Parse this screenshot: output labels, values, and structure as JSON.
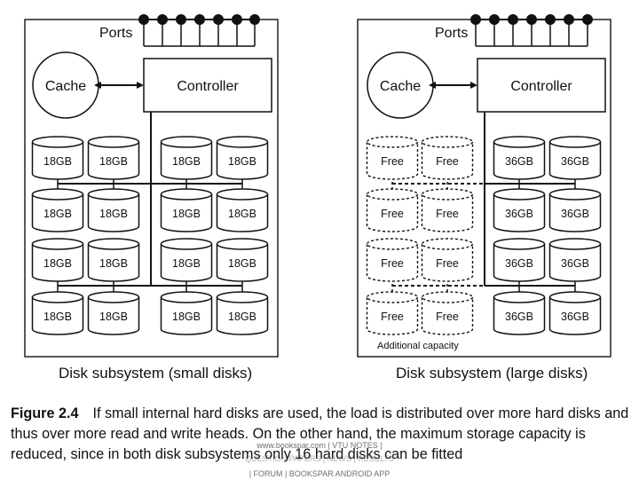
{
  "left": {
    "ports_label": "Ports",
    "cache_label": "Cache",
    "controller_label": "Controller",
    "disk_label": "18GB",
    "subtitle": "Disk subsystem (small disks)"
  },
  "right": {
    "ports_label": "Ports",
    "cache_label": "Cache",
    "controller_label": "Controller",
    "free_label": "Free",
    "disk_label": "36GB",
    "additional_label": "Additional capacity",
    "subtitle": "Disk subsystem (large disks)"
  },
  "caption": {
    "figure": "Figure 2.4",
    "text": "If small internal hard disks are used, the load is distributed over more hard disks and thus over more read and write heads. On the other hand, the maximum storage capacity is reduced, since in both disk subsystems only 16 hard disks can be fitted"
  },
  "watermark": {
    "line1": "www.bookspar.com | VTU NOTES |",
    "line2": "QUESTION PAPERS | NEWS | RESULTS",
    "line3": "| FORUM | BOOKSPAR ANDROID APP"
  }
}
